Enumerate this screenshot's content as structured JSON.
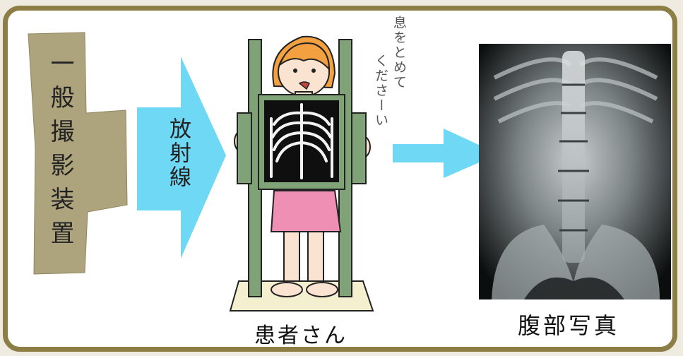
{
  "machine": {
    "label": "一般撮影装置"
  },
  "beam": {
    "label": "放射線"
  },
  "breath_instruction": {
    "line1": "息をとめて",
    "line2": "くださーい"
  },
  "patient": {
    "caption": "患者さん"
  },
  "photo": {
    "caption": "腹部写真"
  },
  "colors": {
    "frame": "#8c7e45",
    "machine_body": "#ada47d",
    "arrow": "#6fd8f5",
    "stand": "#7fa376",
    "skirt": "#ef8fb4",
    "shirt": "#f7f4dd",
    "hair": "#f2a040"
  }
}
